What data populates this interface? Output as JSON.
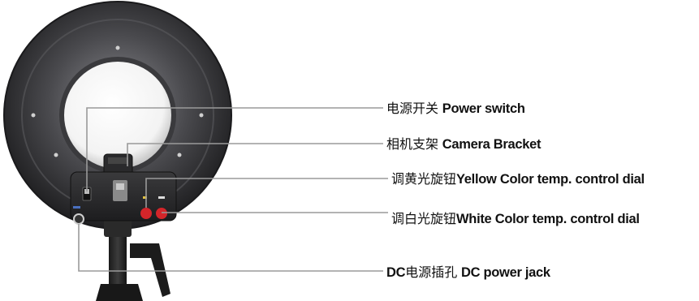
{
  "labels": {
    "power_switch": {
      "cn": "电源开关",
      "en": "Power switch"
    },
    "camera_bracket": {
      "cn": "相机支架",
      "en": "Camera Bracket"
    },
    "yellow_dial": {
      "cn": "调黄光旋钮",
      "en": "Yellow Color temp. control dial"
    },
    "white_dial": {
      "cn": "调白光旋钮",
      "en": "White Color temp. control dial"
    },
    "dc_jack": {
      "prefix": "DC",
      "cn": "电源插孔",
      "en": "DC power jack"
    }
  },
  "colors": {
    "ring_dark": "#2b2b2d",
    "ring_light": "#6a6a6e",
    "leader_line": "#9a9a9a",
    "knob_red": "#d4252a",
    "text": "#111111"
  }
}
